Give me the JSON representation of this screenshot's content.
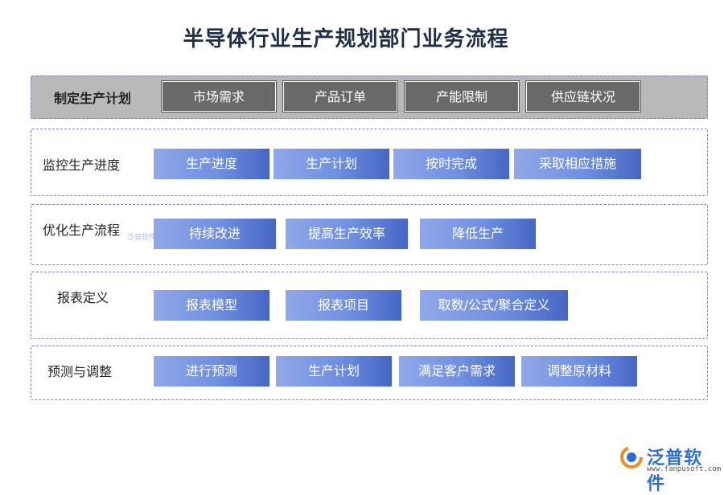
{
  "title": "半导体行业生产规划部门业务流程",
  "watermark": "泛普软件",
  "sections": [
    {
      "label": "制定生产计划",
      "items": [
        "市场需求",
        "产品订单",
        "产能限制",
        "供应链状况"
      ]
    },
    {
      "label": "监控生产进度",
      "items": [
        "生产进度",
        "生产计划",
        "按时完成",
        "采取相应措施"
      ]
    },
    {
      "label": "优化生产流程",
      "items": [
        "持续改进",
        "提高生产效率",
        "降低生产"
      ]
    },
    {
      "label": "报表定义",
      "items": [
        "报表模型",
        "报表项目",
        "取数/公式/聚合定义"
      ]
    },
    {
      "label": "预测与调整",
      "items": [
        "进行预测",
        "生产计划",
        "满足客户需求",
        "调整原材料"
      ]
    }
  ],
  "logo": {
    "name": "泛普软件",
    "url": "www.fanpusoft.com"
  },
  "colors": {
    "title": "#1f2f4a",
    "box_start": "#90a8e8",
    "box_end": "#4666c6",
    "dark_box": "#6b6868",
    "logo": "#2b6fd6"
  }
}
